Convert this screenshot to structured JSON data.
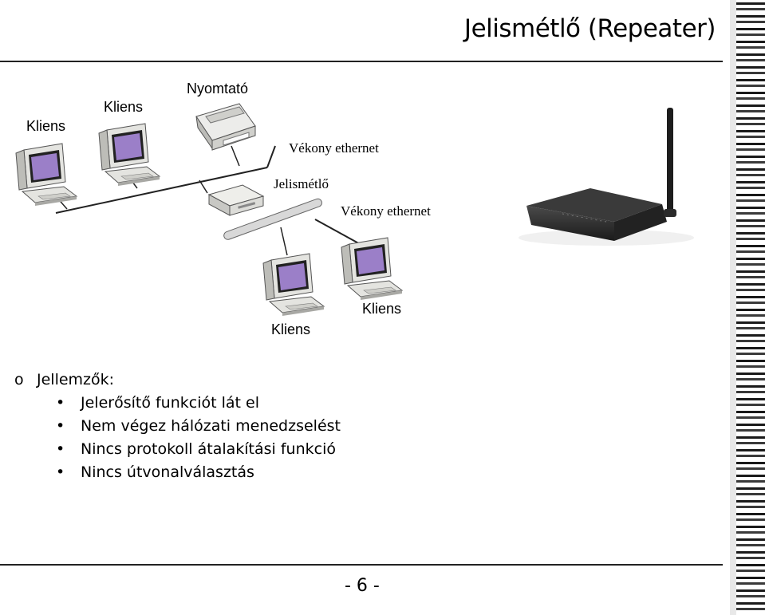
{
  "slide": {
    "title": "Jelismétlő (Repeater)",
    "page_number": "- 6 -"
  },
  "diagram": {
    "labels": {
      "client1": "Kliens",
      "client2": "Kliens",
      "printer": "Nyomtató",
      "thin_ethernet_1": "Vékony ethernet",
      "repeater": "Jelismétlő",
      "thin_ethernet_2": "Vékony ethernet",
      "client3": "Kliens",
      "client4": "Kliens"
    }
  },
  "features": {
    "heading_marker": "o",
    "heading": "Jellemzők:",
    "items": [
      "Jelerősítő funkciót lát el",
      "Nem végez hálózati menedzselést",
      "Nincs protokoll átalakítási funkció",
      "Nincs útvonalválasztás"
    ]
  },
  "colors": {
    "screen": "#9b7fc8",
    "device_body": "#e6e6e2",
    "router_body": "#2b2b2b"
  }
}
